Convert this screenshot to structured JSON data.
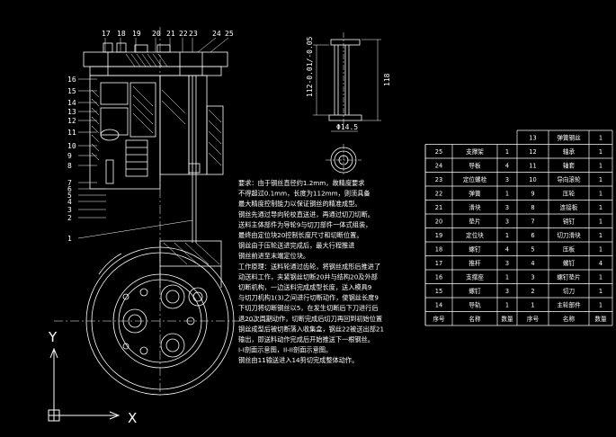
{
  "top_labels": [
    "17",
    "18",
    "19",
    "20",
    "21",
    "22",
    "23",
    "24",
    "25"
  ],
  "left_labels": [
    "16",
    "15",
    "14",
    "13",
    "12",
    "11",
    "10",
    "9",
    "8",
    "7",
    "6",
    "5",
    "4",
    "3",
    "2",
    "1"
  ],
  "detail_dims": {
    "left_dim": "112-0.01/-0.05",
    "right_dim": "118",
    "bottom_dim": "Φ14.5"
  },
  "notes": [
    "要求：由于钢丝直径约1.2mm，故精度要求",
    "不得超过0.1mm，长度为112mm，则须具备",
    "最大精度控制能力以保证钢丝的精准成型。",
    "钢丝先通过导向轮校直送进，再通过切刀切断。",
    "送料主体部件为导轮9与切刀部件一体式组装，",
    "最终由定位块20控制长度尺寸和切断位置。",
    "钢丝由于压轮送进完成后，最大行程推进",
    "钢丝前进至末端定位块。",
    "工作原理：送料轮通过齿轮，将钢丝成形后推进了",
    "动送料工作，夹紧钢丝切断20并与结构20及外部",
    "切断机构，一边送料完成成型长度，送入模具9",
    "与切刀机构1(3)之间进行切断动作，使钢丝长度9",
    "下切刀将切断钢丝以5，在发生切断后下刀进行后",
    "退20次周期动作，切断完成后切刀再回到初始位置",
    "钢丝成型后被切断落入收集盒，钢丝22被送出部21",
    "输出，即送料动作完成后开始推送下一根钢丝。",
    "I-I剖面示意图，II-II剖面示意图。",
    "钢丝由11输送进入14剪切完成整体动作。"
  ],
  "table": {
    "rows": [
      {
        "no": "",
        "name": "",
        "qty": "",
        "no2": "13",
        "name2": "弹簧钢丝",
        "qty2": "1"
      },
      {
        "no": "25",
        "name": "支撑架",
        "qty": "1",
        "no2": "12",
        "name2": "轴承",
        "qty2": "1"
      },
      {
        "no": "24",
        "name": "导板",
        "qty": "4",
        "no2": "11",
        "name2": "轴套",
        "qty2": "1"
      },
      {
        "no": "23",
        "name": "定位螺栓",
        "qty": "3",
        "no2": "10",
        "name2": "导向滚轮",
        "qty2": "1"
      },
      {
        "no": "22",
        "name": "弹簧",
        "qty": "1",
        "no2": "9",
        "name2": "压轮",
        "qty2": "1"
      },
      {
        "no": "21",
        "name": "滑块",
        "qty": "3",
        "no2": "8",
        "name2": "连接板",
        "qty2": "1"
      },
      {
        "no": "20",
        "name": "垫片",
        "qty": "3",
        "no2": "7",
        "name2": "销钉",
        "qty2": "1"
      },
      {
        "no": "19",
        "name": "定位块",
        "qty": "1",
        "no2": "6",
        "name2": "切刀滑块",
        "qty2": "1"
      },
      {
        "no": "18",
        "name": "螺钉",
        "qty": "4",
        "no2": "5",
        "name2": "压板",
        "qty2": "1"
      },
      {
        "no": "17",
        "name": "推杆",
        "qty": "3",
        "no2": "4",
        "name2": "螺钉",
        "qty2": "4"
      },
      {
        "no": "16",
        "name": "支撑座",
        "qty": "1",
        "no2": "3",
        "name2": "螺钉垫片",
        "qty2": "1"
      },
      {
        "no": "15",
        "name": "螺钉",
        "qty": "3",
        "no2": "2",
        "name2": "切刀",
        "qty2": "1"
      },
      {
        "no": "14",
        "name": "导轨",
        "qty": "1",
        "no2": "1",
        "name2": "主轮部件",
        "qty2": "1"
      }
    ],
    "footer": {
      "no": "序号",
      "name": "名称",
      "qty": "数量",
      "no2": "序号",
      "name2": "名称",
      "qty2": "数量"
    }
  },
  "axes": {
    "y": "Y",
    "x": "X"
  }
}
